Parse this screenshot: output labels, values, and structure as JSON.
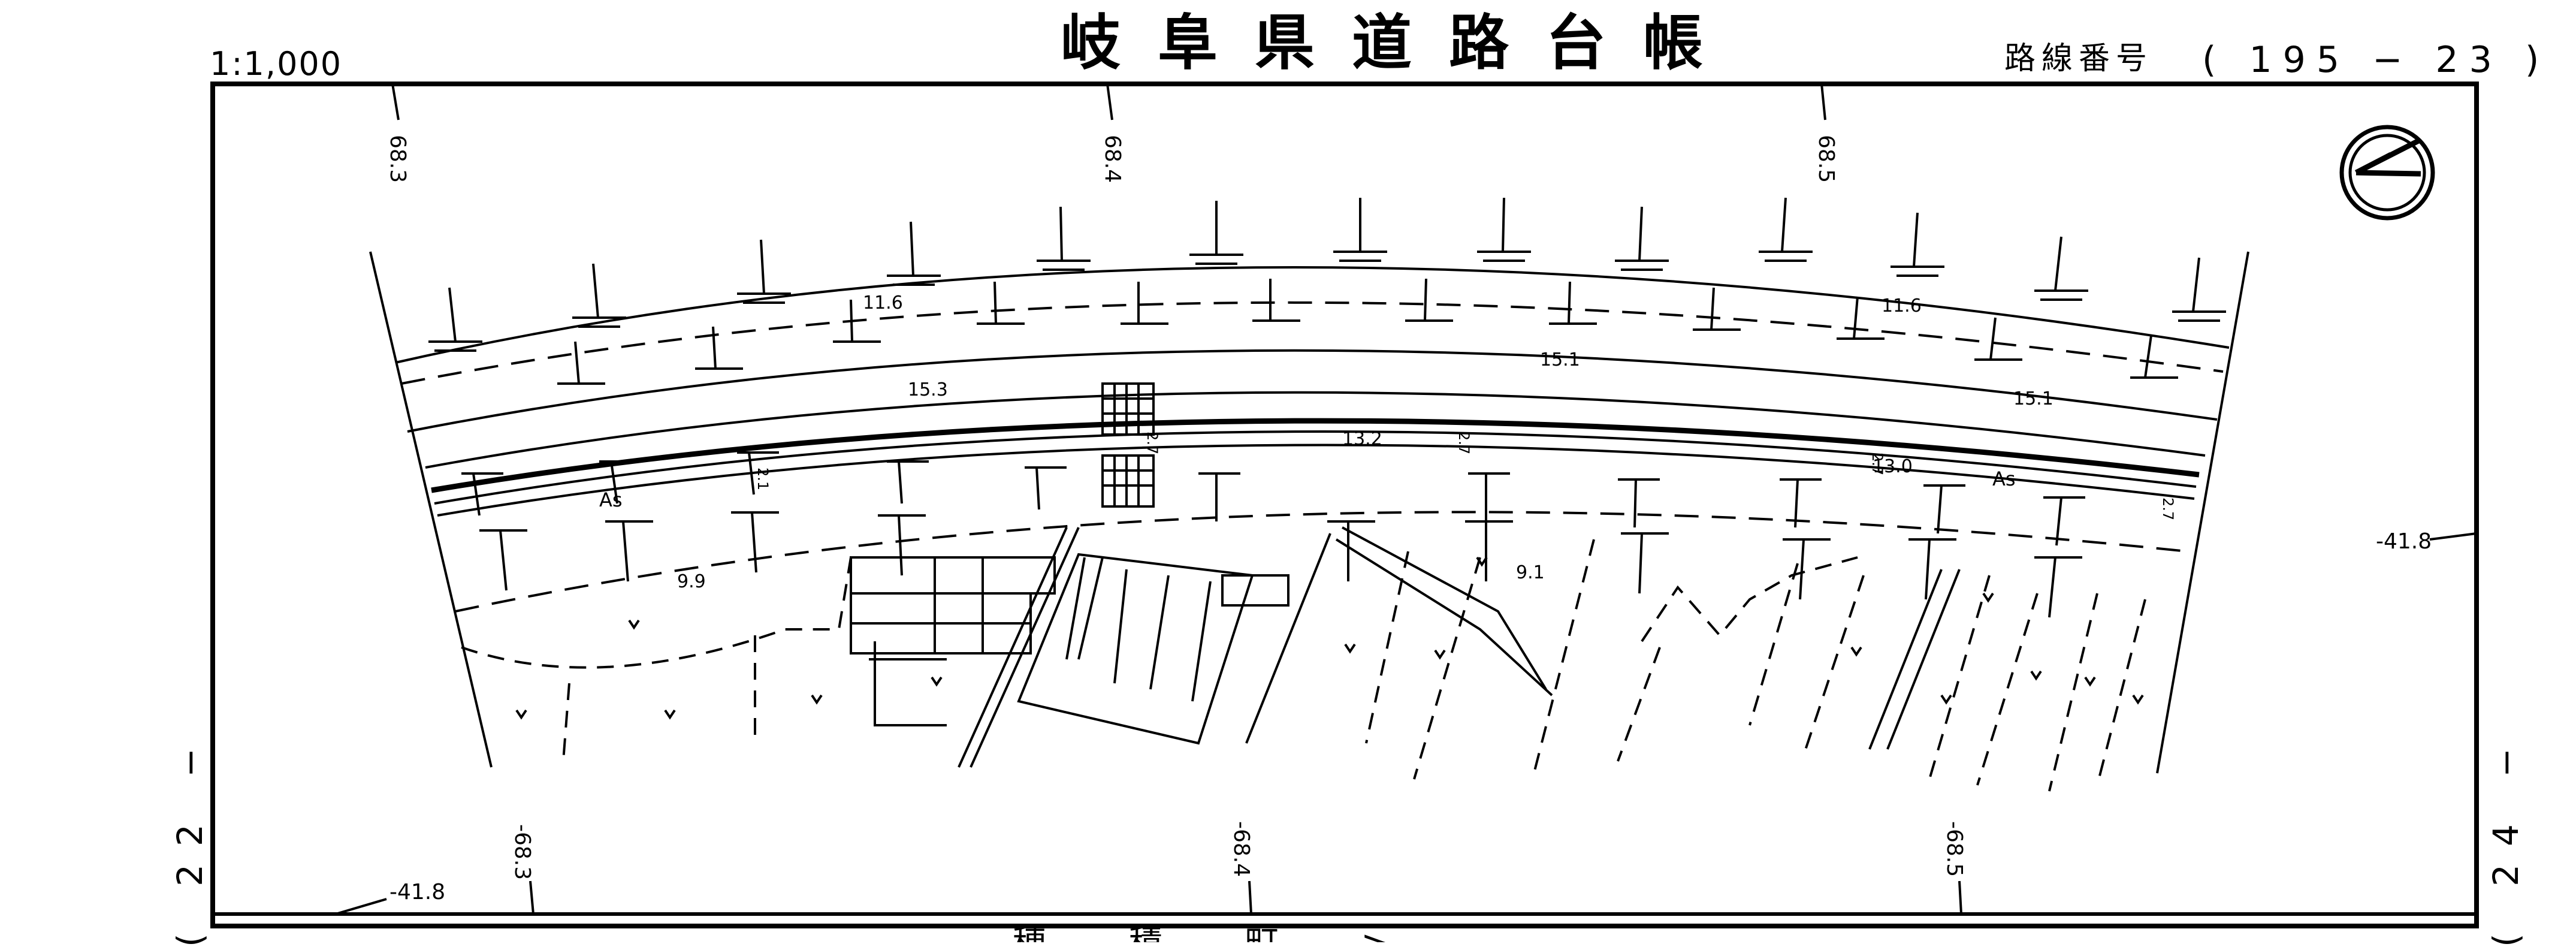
{
  "header": {
    "scale": "1:1,000",
    "title": "岐阜県道路台帳",
    "route_label": "路線番号",
    "route_number": "( 195 − 23 )"
  },
  "side_labels": {
    "left": "( 22 −",
    "right": "( 24 −"
  },
  "stations": {
    "top": [
      "68.3",
      "68.4",
      "68.5"
    ],
    "bottom": [
      "-68.3",
      "-68.4",
      "-68.5"
    ]
  },
  "offsets": {
    "right": "-41.8",
    "bottom_left": "-41.8"
  },
  "widths": {
    "upper_lane_outer": "11.6",
    "upper_lane_outer_right": "11.6",
    "upper_lane_mid": "15.1",
    "upper_lane_inner": "15.3",
    "upper_lane_inner_right": "15.1",
    "road_center": "13.2",
    "road_right": "13.0",
    "lower_left": "9.9",
    "lower_mid": "9.1",
    "dim_1": "2.1",
    "dim_2": "2.7",
    "dim_3": "2.7",
    "dim_4": "2.7",
    "dim_5": "2.7"
  },
  "surface_labels": [
    "As",
    "As"
  ],
  "bottom_strip_text": "穂 積 町 >"
}
